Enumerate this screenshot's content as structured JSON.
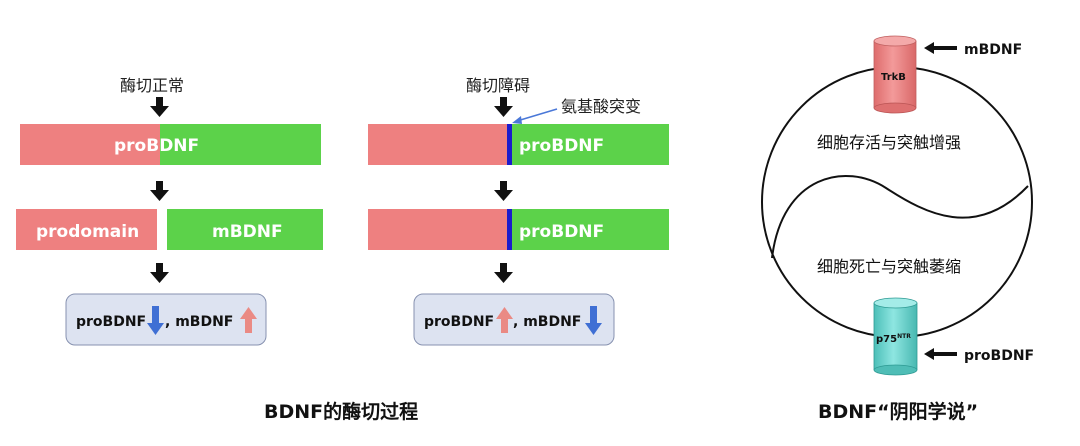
{
  "left_panel": {
    "top_label": "酶切正常",
    "bar1_label": "proBDNF",
    "bar2_left_label": "prodomain",
    "bar2_right_label": "mBDNF",
    "result_a": "proBDNF",
    "result_b": ", mBDNF",
    "title": "BDNF的酶切过程"
  },
  "middle_panel": {
    "top_label": "酶切障碍",
    "mutation_label": "氨基酸突变",
    "bar1_label": "proBDNF",
    "bar2_label": "proBDNF",
    "result_a": "proBDNF",
    "result_b": ", mBDNF"
  },
  "right_panel": {
    "top_cylinder": "TrkB",
    "top_ligand": "mBDNF",
    "upper_text": "细胞存活与突触增强",
    "lower_text": "细胞死亡与突触萎缩",
    "bottom_cylinder_base": "p75",
    "bottom_cylinder_sup": "NTR",
    "bottom_ligand": "proBDNF",
    "title": "BDNF“阴阳学说”"
  },
  "colors": {
    "pink": "#ee8080",
    "green": "#5cd24a",
    "blue": "#1c1ccc",
    "teal": "#6fd6d0",
    "panel": "#dde3f1",
    "arrow_up": "#ea8a84",
    "arrow_down": "#3f6fd4"
  }
}
